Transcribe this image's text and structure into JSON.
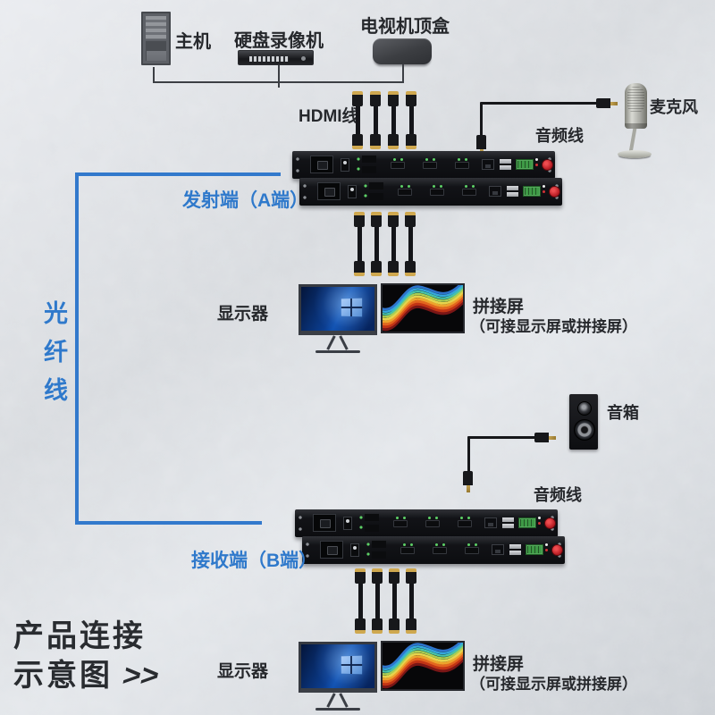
{
  "sources": {
    "host": "主机",
    "dvr": "硬盘录像机",
    "stb": "电视机顶盒"
  },
  "cables": {
    "hdmi": "HDMI线",
    "audio_top": "音频线",
    "audio_bottom": "音频线",
    "fiber_chars": [
      "光",
      "纤",
      "线"
    ]
  },
  "devices": {
    "transmitter": "发射端（A端）",
    "receiver": "接收端（B端）",
    "microphone": "麦克风",
    "speaker": "音箱"
  },
  "displays": {
    "row_a": {
      "monitor": "显示器",
      "splice": "拼接屏",
      "note": "（可接显示屏或拼接屏）"
    },
    "row_b": {
      "monitor": "显示器",
      "splice": "拼接屏",
      "note": "（可接显示屏或拼接屏）"
    }
  },
  "title": {
    "line1": "产品连接",
    "line2": "示意图",
    "arrows": ">>"
  },
  "colors": {
    "accent_blue": "#2f79cb",
    "text_dark": "#26282c"
  }
}
